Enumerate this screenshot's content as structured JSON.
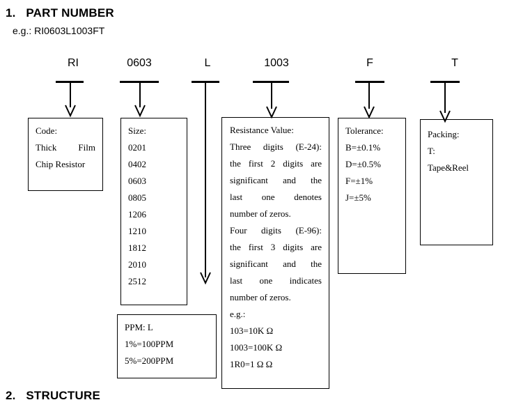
{
  "section1": {
    "number": "1.",
    "title": "PART NUMBER",
    "example": "e.g.: RI0603L1003FT"
  },
  "codes": [
    "RI",
    "0603",
    "L",
    "1003",
    "F",
    "T"
  ],
  "boxes": {
    "code": {
      "lines": [
        "Code:",
        "Thick Film",
        "Chip Resistor"
      ]
    },
    "size": {
      "lines": [
        "Size:",
        "0201",
        "0402",
        "0603",
        "0805",
        "1206",
        "1210",
        "1812",
        "2010",
        "2512"
      ]
    },
    "ppm": {
      "lines": [
        "PPM: L",
        "1%=100PPM",
        "5%=200PPM"
      ]
    },
    "resistance": {
      "lines": [
        "Resistance Value:",
        "Three digits (E-24):",
        "the first 2 digits are",
        "significant and the",
        "last one denotes",
        "number of zeros.",
        "Four digits (E-96):",
        "the first 3 digits are",
        "significant and the",
        "last one indicates",
        "number of zeros.",
        "e.g.:",
        "103=10K Ω",
        "1003=100K Ω",
        "1R0=1 Ω Ω"
      ]
    },
    "tolerance": {
      "lines": [
        "Tolerance:",
        "B=±0.1%",
        "D=±0.5%",
        "F=±1%",
        "J=±5%"
      ]
    },
    "packing": {
      "lines": [
        "Packing:",
        "T:",
        "Tape&Reel"
      ]
    }
  },
  "section2": {
    "number": "2.",
    "title": "STRUCTURE"
  }
}
